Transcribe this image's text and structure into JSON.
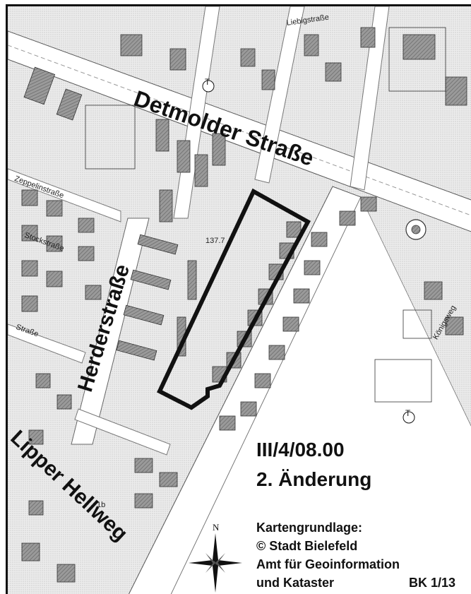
{
  "map": {
    "streets": {
      "detmolder": "Detmolder Straße",
      "herder": "Herderstraße",
      "lipper": "Lipper Hellweg",
      "liebigstrasse": "Liebigstraße",
      "zeppelinstrasse": "Zeppelinstraße",
      "strasse": "Straße",
      "koenigsweg": "Königsweg",
      "stockstrasse": "Stockstraße"
    },
    "labels": {
      "elevation": "137.7",
      "marker_top": "T",
      "marker_right": "T",
      "house_number": "1b"
    },
    "plan": {
      "code": "III/4/08.00",
      "revision": "2. Änderung"
    },
    "credits": {
      "line1": "Kartengrundlage:",
      "line2": "© Stadt Bielefeld",
      "line3": "Amt für Geoinformation",
      "line4": "und Kataster",
      "scale": "BK 1/13"
    },
    "compass": {
      "north": "N"
    },
    "colors": {
      "outline": "#111111",
      "building": "#8a8a8a",
      "road": "#ffffff",
      "background": "#f3f3f3"
    }
  }
}
